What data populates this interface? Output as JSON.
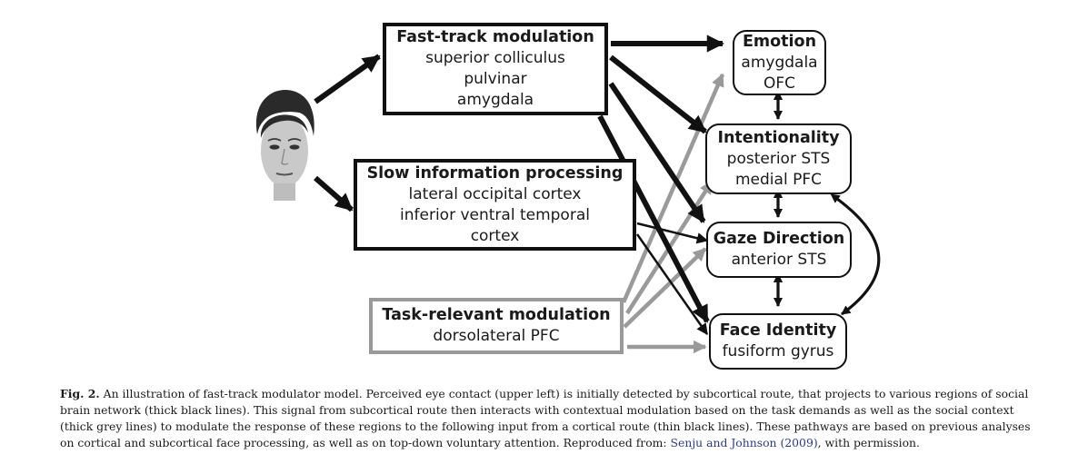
{
  "nodes": {
    "fast_track": {
      "title": "Fast-track modulation",
      "lines": [
        "superior colliculus",
        "pulvinar",
        "amygdala"
      ]
    },
    "slow_info": {
      "title": "Slow information processing",
      "lines": [
        "lateral occipital cortex",
        "inferior ventral temporal",
        "cortex"
      ]
    },
    "task_relevant": {
      "title": "Task-relevant modulation",
      "lines": [
        "dorsolateral PFC"
      ]
    },
    "emotion": {
      "title": "Emotion",
      "lines": [
        "amygdala",
        "OFC"
      ]
    },
    "intentionality": {
      "title": "Intentionality",
      "lines": [
        "posterior STS",
        "medial PFC"
      ]
    },
    "gaze_direction": {
      "title": "Gaze Direction",
      "lines": [
        "anterior STS"
      ]
    },
    "face_identity": {
      "title": "Face Identity",
      "lines": [
        "fusiform gyrus"
      ]
    }
  },
  "colors": {
    "thick_black": "#111111",
    "thick_grey": "#9a9a9a",
    "thin_black": "#111111"
  },
  "caption": {
    "label": "Fig. 2.",
    "text": " An illustration of fast-track modulator model. Perceived eye contact (upper left) is initially detected by subcortical route, that projects to various regions of social brain network (thick black lines). This signal from subcortical route then interacts with contextual modulation based on the task demands as well as the social context (thick grey lines) to modulate the response of these regions to the following input from a cortical route (thin black lines). These pathways are based on previous analyses on cortical and subcortical face processing, as well as on top-down voluntary attention. Reproduced from: ",
    "ref": "Senju and Johnson (2009)",
    "tail": ", with permission."
  }
}
